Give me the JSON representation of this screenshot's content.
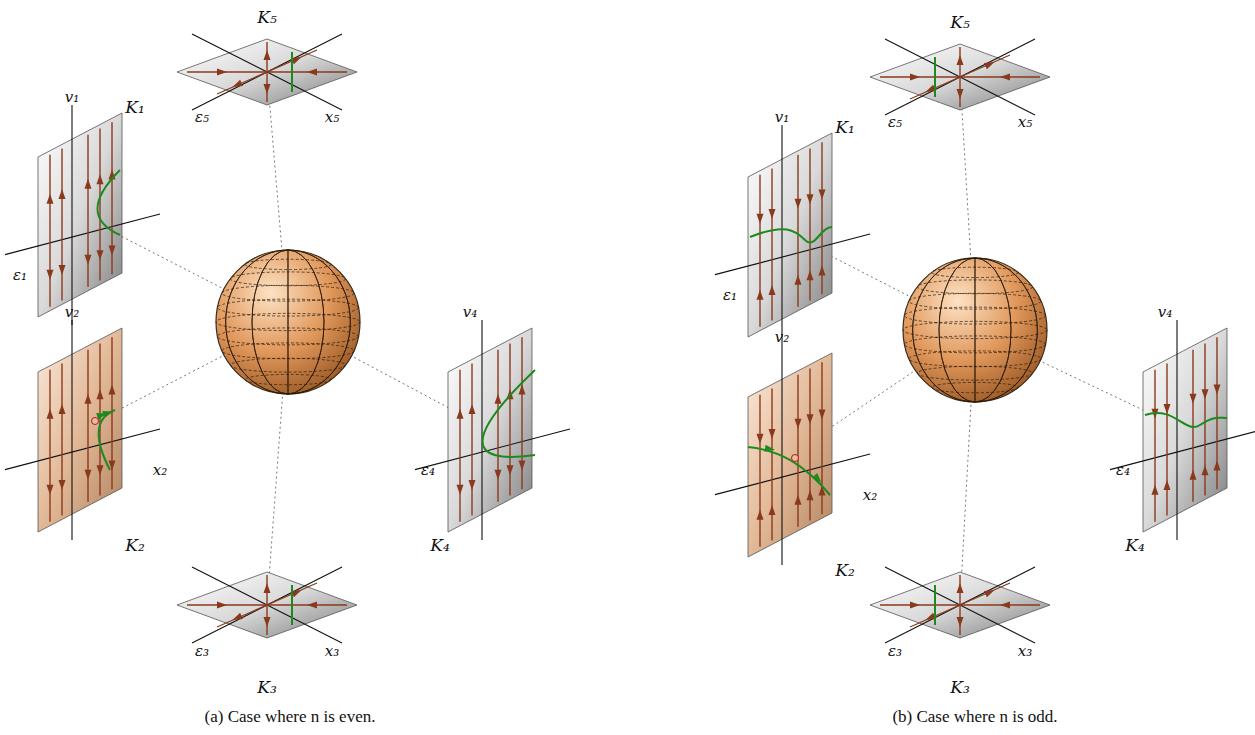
{
  "diagram": {
    "labels": [
      "K₅",
      "ε₅",
      "x₅",
      "v₁",
      "K₁",
      "ε₁",
      "v₂",
      "x₂",
      "K₂",
      "ε₃",
      "x₃",
      "K₃",
      "v₄",
      "ε₄",
      "K₄",
      "(a) Case where n is even.",
      "K₅",
      "ε₅",
      "x₅",
      "v₁",
      "K₁",
      "ε₁",
      "v₂",
      "x₂",
      "K₂",
      "ε₃",
      "x₃",
      "K₃",
      "v₄",
      "ε₄",
      "K₄",
      "(b) Case where n is odd."
    ]
  }
}
